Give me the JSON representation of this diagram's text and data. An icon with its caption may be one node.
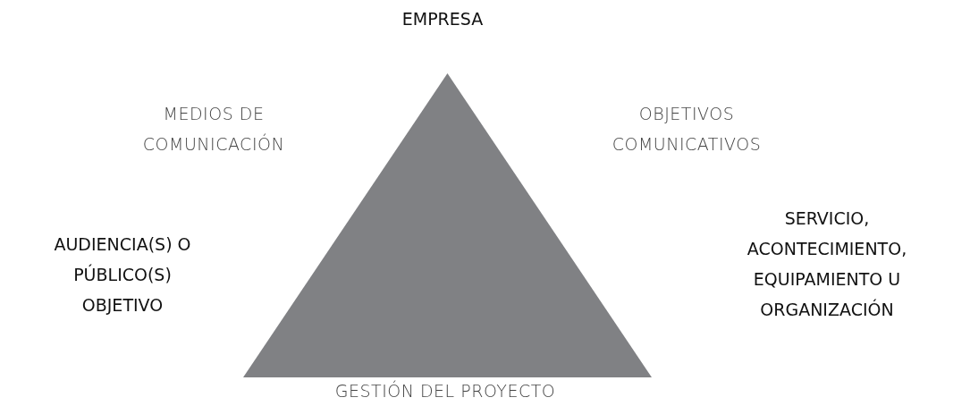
{
  "diagram": {
    "nodes": [
      {
        "text": [],
        "shape": "triangle"
      }
    ],
    "labels": [
      "EMPRESA",
      "MEDIOS DE COMUNICACIÓN",
      "OBJETIVOS COMUNICATIVOS",
      "AUDIENCIA(S) O PÚBLICO(S) OBJETIVO",
      "SERVICIO, ACONTECIMIENTO, EQUIPAMIENTO U ORGANIZACIÓN",
      "GESTIÓN DEL PROYECTO"
    ]
  }
}
